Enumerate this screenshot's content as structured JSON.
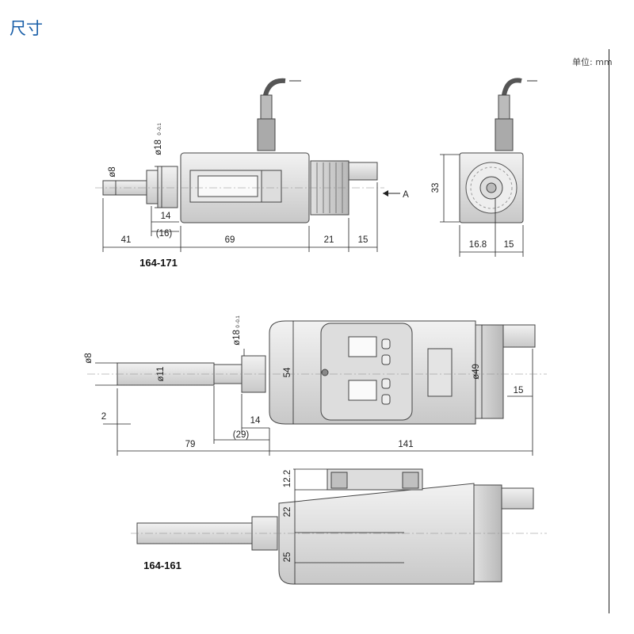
{
  "header": {
    "title": "尺寸",
    "unit_label": "单位: mm"
  },
  "view1": {
    "model": "164-171",
    "dims": {
      "d1": "41",
      "d2": "69",
      "d3": "21",
      "d4": "15",
      "d5": "14",
      "d6": "(16)",
      "d7": "ø8",
      "d8": "ø18",
      "d8_tol": "0 -0.1",
      "arrow_label": "A"
    }
  },
  "view2": {
    "dims": {
      "d1": "33",
      "d2": "16.8",
      "d3": "15"
    }
  },
  "view3": {
    "dims": {
      "d1": "ø8",
      "d2": "ø11",
      "d3": "ø18",
      "d3_tol": "0 -0.1",
      "d4": "54",
      "d5": "ø49",
      "d6": "15",
      "d7": "2",
      "d8": "14",
      "d9": "(29)",
      "d10": "79",
      "d11": "141"
    }
  },
  "view4": {
    "model": "164-161",
    "dims": {
      "d1": "12.2",
      "d2": "22",
      "d3": "25"
    }
  }
}
